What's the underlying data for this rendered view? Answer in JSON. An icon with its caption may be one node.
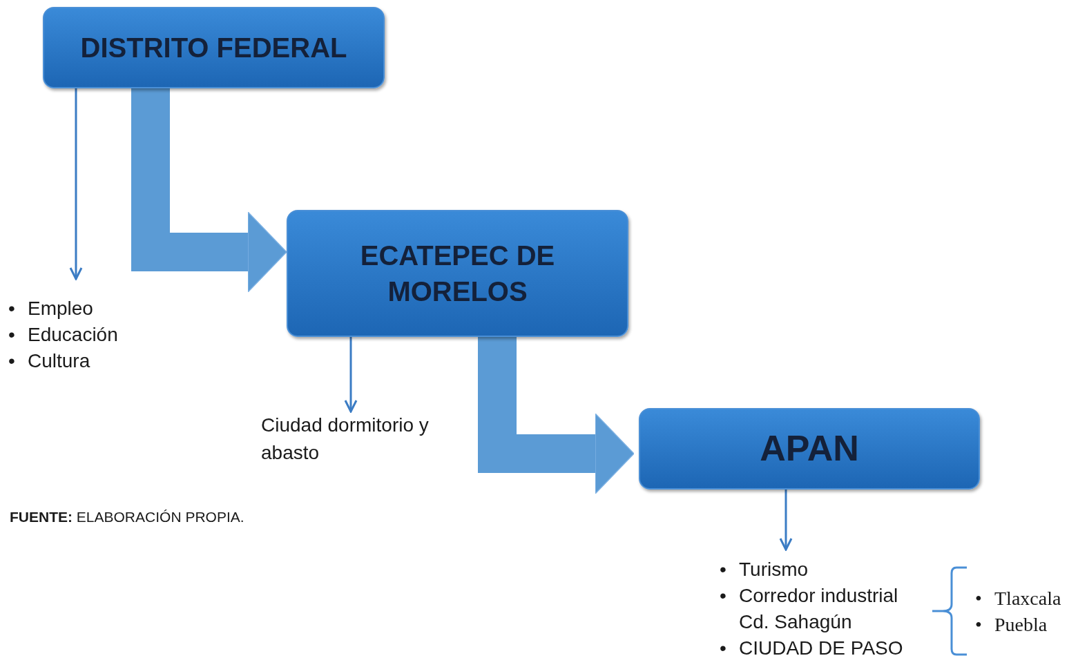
{
  "diagram": {
    "caption": "**FUENTE:** ELABORACIÓN PROPIA.",
    "nodes": [
      {
        "text": [
          "DISTRITO FEDERAL"
        ]
      },
      {
        "text": [
          "ECATEPEC DE MORELOS"
        ]
      },
      {
        "text": [
          "APAN"
        ]
      },
      {
        "text": [
          "• Empleo",
          "• Educación",
          "• Cultura"
        ]
      },
      {
        "text": [
          "Ciudad dormitorio y abasto"
        ]
      },
      {
        "text": [
          "• Turismo",
          "• Corredor industrial Cd. Sahagún",
          "• CIUDAD DE PASO"
        ]
      }
    ],
    "edges": [
      {
        "from": 0,
        "to": 3,
        "arrow": "to"
      },
      {
        "from": 0,
        "to": 1,
        "arrow": "to",
        "style": "thick"
      },
      {
        "from": 1,
        "to": 4,
        "arrow": "to"
      },
      {
        "from": 1,
        "to": 2,
        "arrow": "to",
        "style": "thick"
      },
      {
        "from": 2,
        "to": 5,
        "arrow": "to"
      }
    ],
    "labels": [
      "• Tlaxcala",
      "• Puebla"
    ]
  }
}
